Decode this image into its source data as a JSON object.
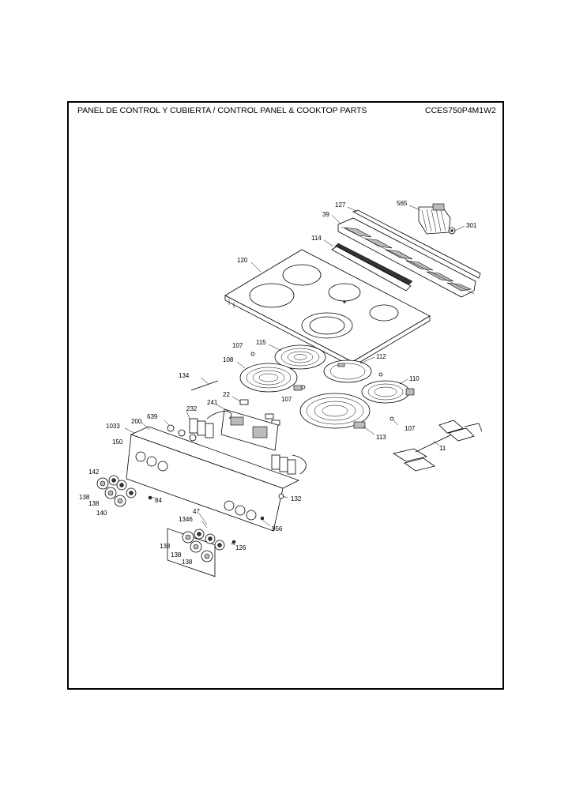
{
  "header": {
    "title": "PANEL DE CONTROL Y CUBIERTA / CONTROL PANEL & COOKTOP PARTS",
    "model": "CCES750P4M1W2"
  },
  "parts": {
    "p127": "127",
    "p39": "39",
    "p565": "565",
    "p301": "301",
    "p114": "114",
    "p120": "120",
    "p107a": "107",
    "p115": "115",
    "p108": "108",
    "p112": "112",
    "p110": "110",
    "p134": "134",
    "p107b": "107",
    "p22": "22",
    "p232": "232",
    "p241": "241",
    "p639": "639",
    "p200": "200",
    "p1033": "1033",
    "p107c": "107",
    "p113": "113",
    "p150": "150",
    "p11": "11",
    "p142": "142",
    "p138a": "138",
    "p138b": "138",
    "p84": "84",
    "p140": "140",
    "p132": "132",
    "p47": "47",
    "p1346": "1346",
    "p956": "956",
    "p138c": "138",
    "p138d": "138",
    "p126": "126",
    "p138e": "138"
  }
}
